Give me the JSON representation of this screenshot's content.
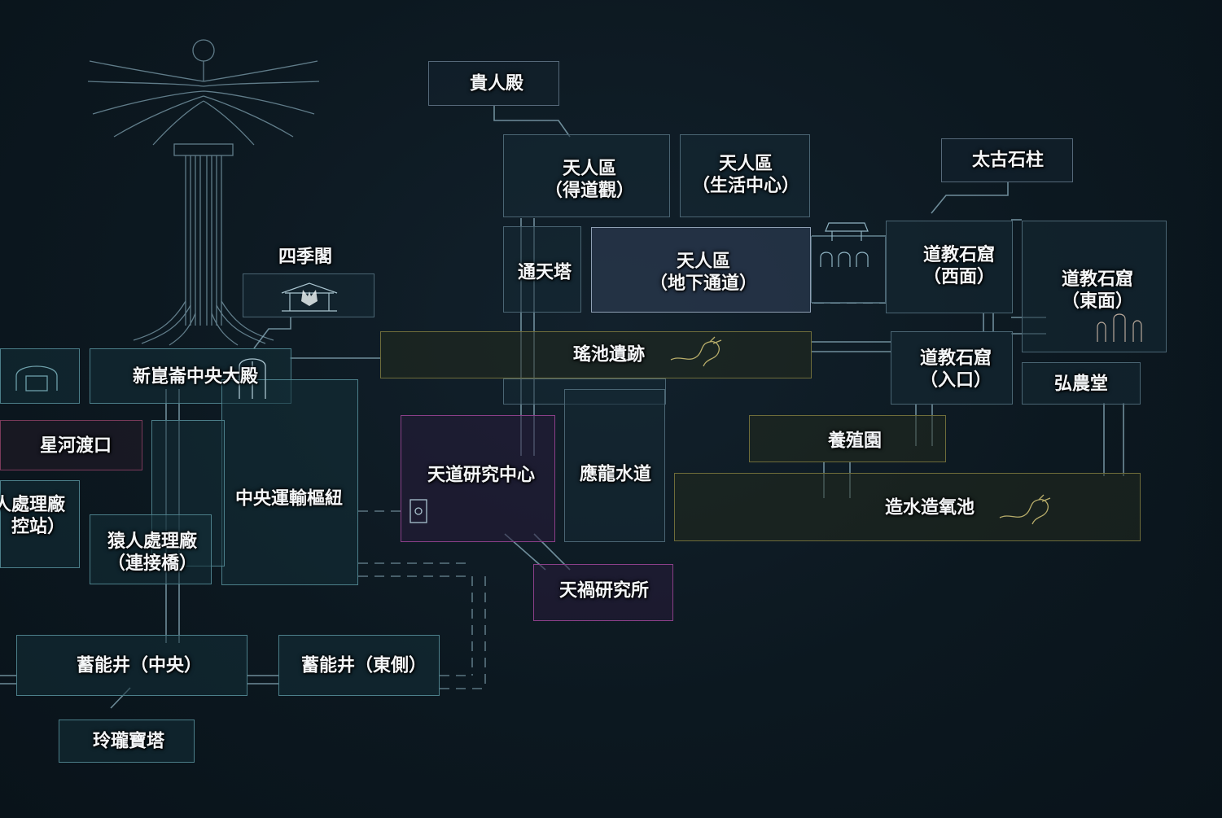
{
  "map": {
    "rooms": [
      {
        "id": "guirendian",
        "label": "貴人殿"
      },
      {
        "id": "tianren-dedaoguan",
        "label": "天人區\n（得道觀）"
      },
      {
        "id": "tianren-shenghuo",
        "label": "天人區\n（生活中心）"
      },
      {
        "id": "taigu-shizhu",
        "label": "太古石柱"
      },
      {
        "id": "tongtianta",
        "label": "通天塔"
      },
      {
        "id": "tianren-dixia",
        "label": "天人區\n（地下通道）"
      },
      {
        "id": "daojiao-xi",
        "label": "道教石窟\n（西面）"
      },
      {
        "id": "daojiao-dong",
        "label": "道教石窟\n（東面）"
      },
      {
        "id": "sijige",
        "label": "四季閣"
      },
      {
        "id": "yaochi",
        "label": "瑤池遺跡"
      },
      {
        "id": "daojiao-rukou",
        "label": "道教石窟\n（入口）"
      },
      {
        "id": "hongnongtang",
        "label": "弘農堂"
      },
      {
        "id": "xinkunlun",
        "label": "新崑崙中央大殿"
      },
      {
        "id": "xinghe",
        "label": "星河渡口"
      },
      {
        "id": "tiandao",
        "label": "天道研究中心"
      },
      {
        "id": "yinglong",
        "label": "應龍水道"
      },
      {
        "id": "yangzhiyuan",
        "label": "養殖園"
      },
      {
        "id": "zhongyang-yunshu",
        "label": "中央運輸樞紐"
      },
      {
        "id": "zaoshui",
        "label": "造水造氧池"
      },
      {
        "id": "chuli-kongzhan",
        "label": "人處理廠\n控站）"
      },
      {
        "id": "yuanren",
        "label": "猿人處理廠\n（連接橋）"
      },
      {
        "id": "tianhuo",
        "label": "天禍研究所"
      },
      {
        "id": "xuneng-zhong",
        "label": "蓄能井（中央）"
      },
      {
        "id": "xuneng-dong",
        "label": "蓄能井（東側）"
      },
      {
        "id": "linglong",
        "label": "玲瓏寶塔"
      }
    ]
  },
  "colors": {
    "background": "#0c1820",
    "line": "#8fb3c2",
    "cyan": "#4c7f8a",
    "purple": "#8a3f88",
    "olive": "#6e6c3a",
    "label": "#f4f6f8"
  }
}
